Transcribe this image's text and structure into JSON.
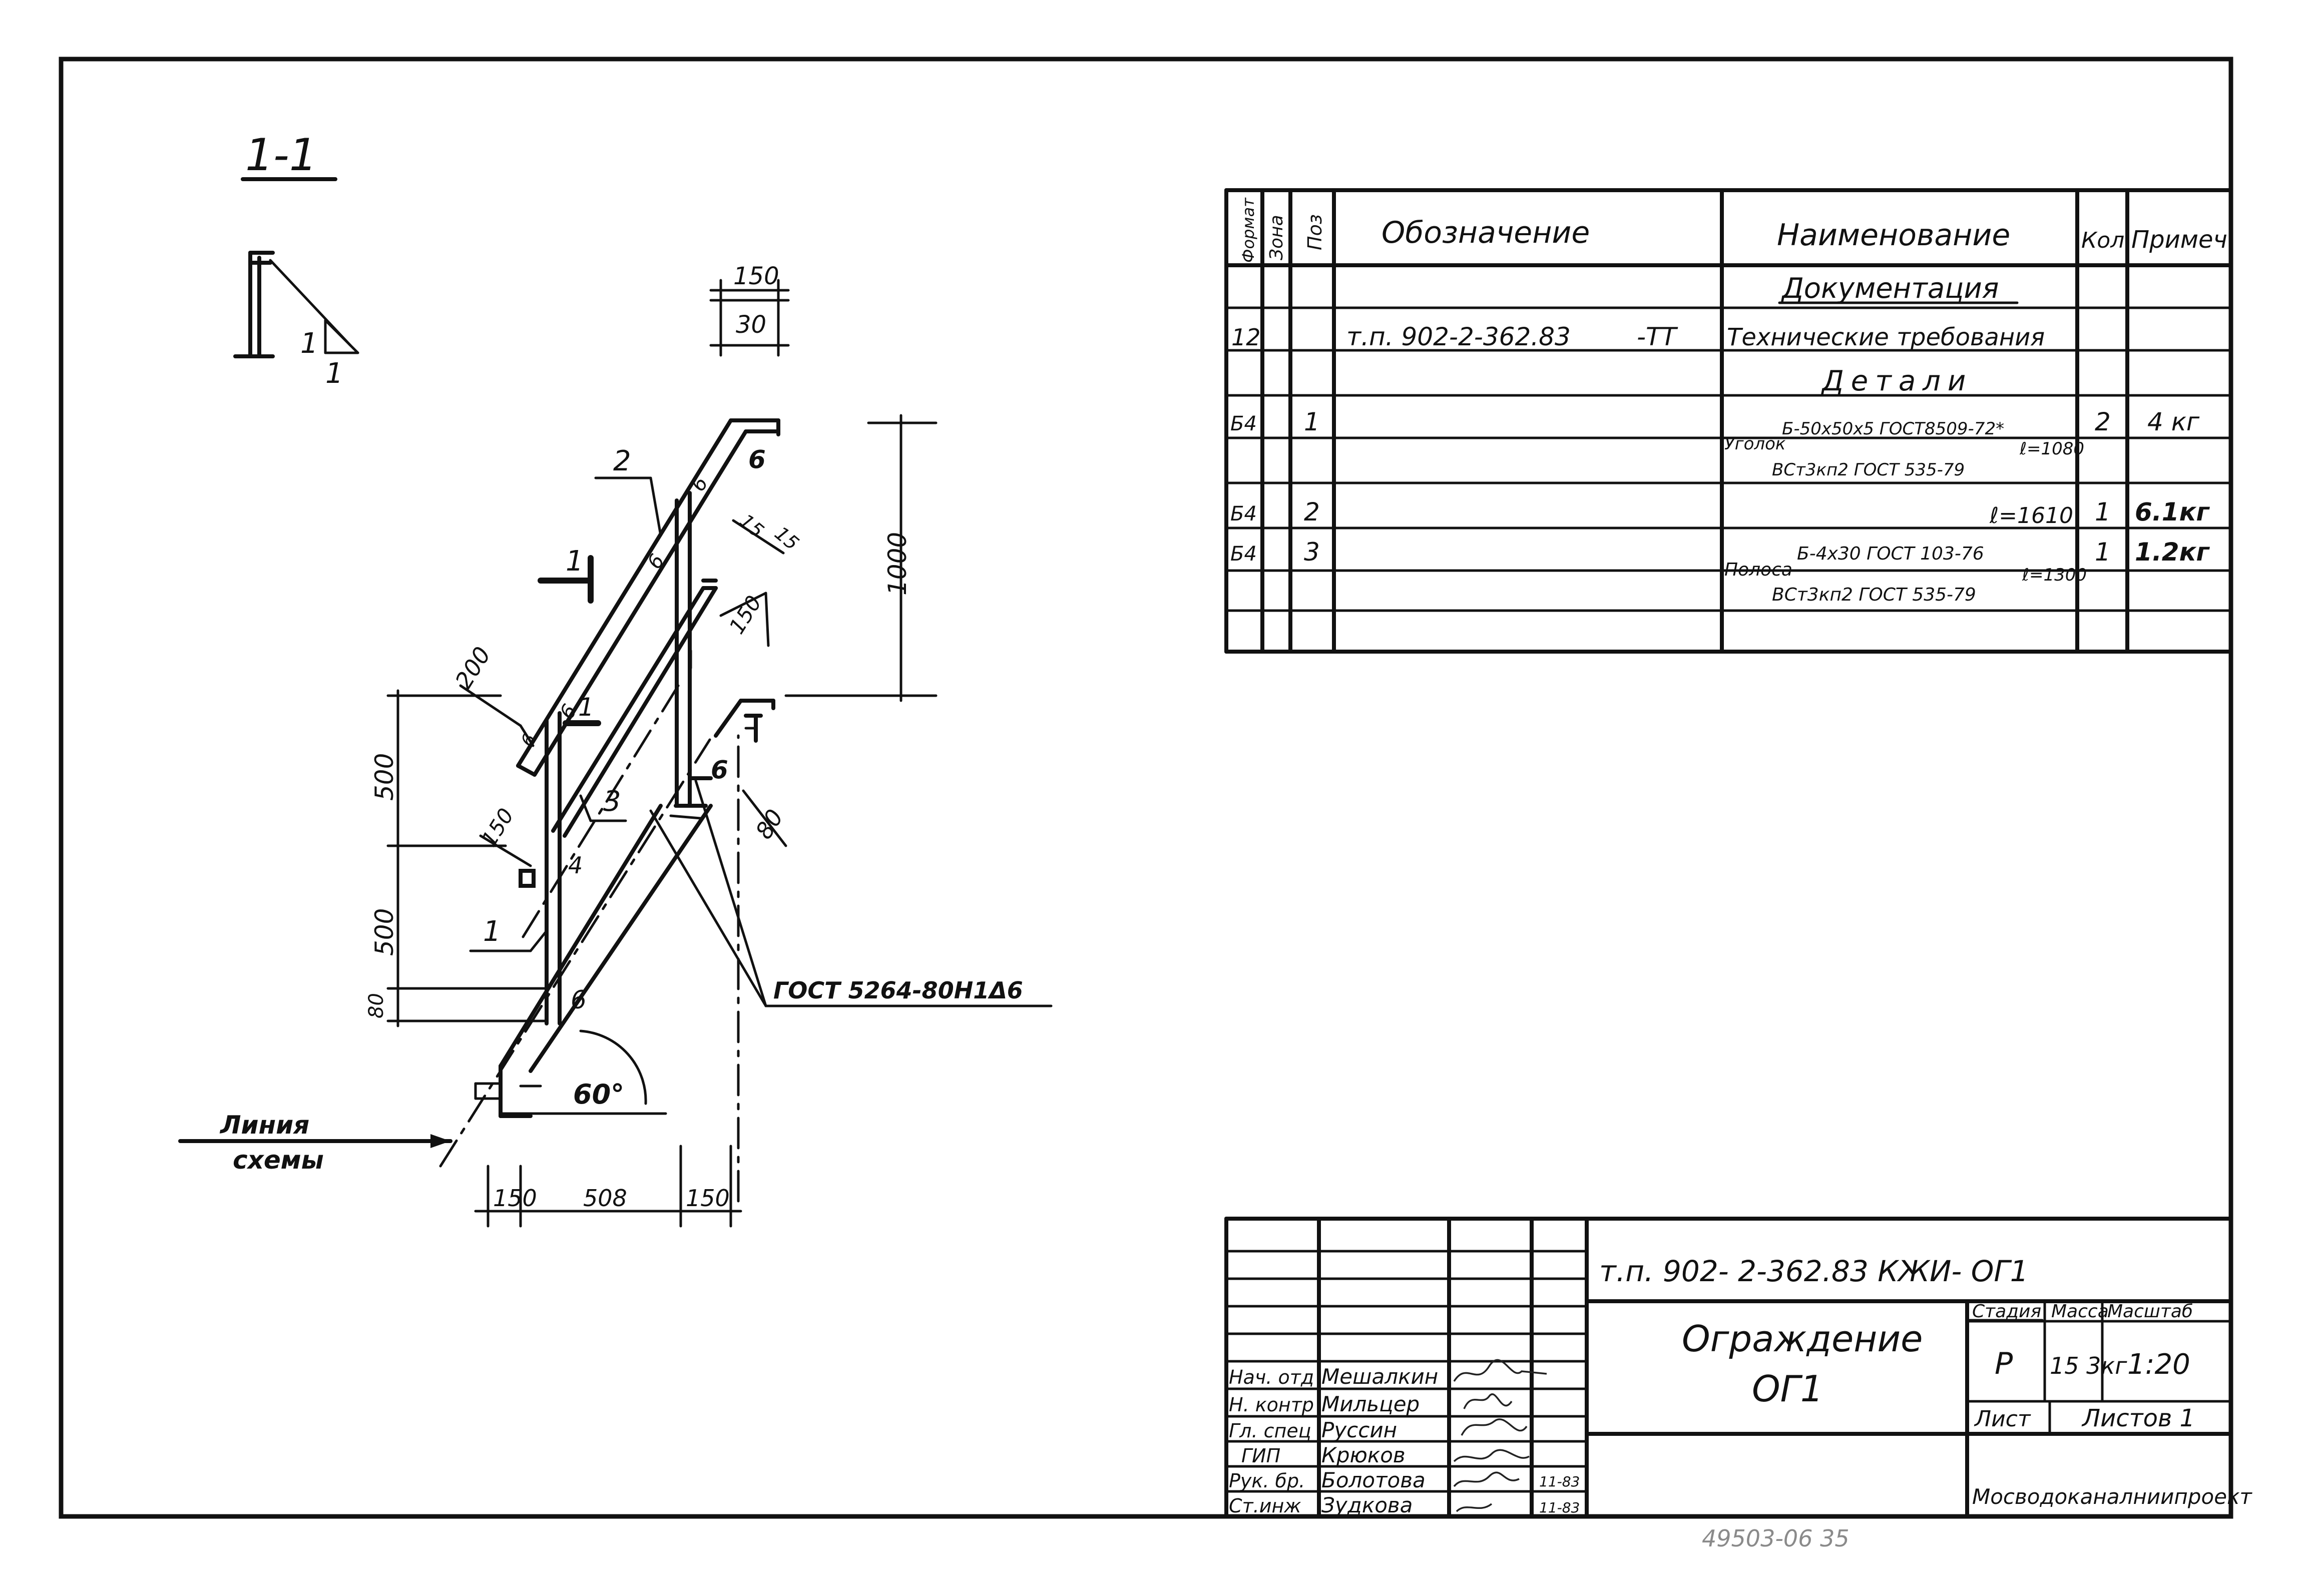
{
  "section_label": "1-1",
  "detail": {
    "small_mark_1a": "1",
    "small_mark_1b": "1"
  },
  "drawing": {
    "dims": {
      "top_150": "150",
      "top_30": "30",
      "right_1000": "1000",
      "left_500_top": "500",
      "left_500_bottom": "500",
      "left_80": "80",
      "dim_200": "200",
      "dim_150_left": "150",
      "dim_15a": "15",
      "dim_15b": "15",
      "dim_150_right": "150",
      "dim_80_right": "80",
      "bottom_150_left": "150",
      "bottom_508": "508",
      "bottom_150_right": "150",
      "angle": "60°"
    },
    "positions": {
      "p1": "1",
      "p2": "2",
      "p3": "3"
    },
    "welds": [
      "6",
      "6",
      "6",
      "6",
      "6",
      "4",
      "6",
      "6"
    ],
    "section_marks": [
      "1",
      "1"
    ],
    "weld_note": "ГОСТ 5264-80Н1Δ6",
    "scheme_line_1": "Линия",
    "scheme_line_2": "схемы"
  },
  "spec": {
    "headers": {
      "format": "Формат",
      "zone": "Зона",
      "pos": "Поз",
      "designation": "Обозначение",
      "name": "Наименование",
      "qty": "Кол",
      "note": "Примеч"
    },
    "section_docs": "Документация",
    "row_docs": {
      "format": "12",
      "designation": "т.п. 902-2-362.83",
      "designation_suffix": "-ТТ",
      "name": "Технические требования"
    },
    "section_parts": "Детали",
    "row1": {
      "format": "Б4",
      "pos": "1",
      "name_top": "Б-50х50х5 ГОСТ8509-72*",
      "name_word": "Уголок",
      "name_len": "ℓ=1080",
      "name_bottom": "ВСт3кп2 ГОСТ 535-79",
      "qty": "2",
      "note": "4 кг"
    },
    "row2": {
      "format": "Б4",
      "pos": "2",
      "name": "ℓ=1610",
      "qty": "1",
      "note": "6.1кг"
    },
    "row3": {
      "format": "Б4",
      "pos": "3",
      "name_top": "Б-4х30 ГОСТ 103-76",
      "name_word": "Полоса",
      "name_len": "ℓ=1300",
      "name_bottom": "ВСт3кп2 ГОСТ 535-79",
      "qty": "1",
      "note": "1.2кг"
    }
  },
  "title_block": {
    "code": "т.п. 902- 2-362.83  КЖИ- ОГ1",
    "title_1": "Ограждение",
    "title_2": "ОГ1",
    "stage_header": "Стадия",
    "mass_header": "Масса",
    "scale_header": "Масштаб",
    "stage": "Р",
    "mass": "15 3кг",
    "scale": "1:20",
    "sheet_label": "Лист",
    "sheets_label": "Листов 1",
    "org": "Мосводоканалниипроект",
    "roles": [
      {
        "role": "Нач. отд",
        "name": "Мешалкин"
      },
      {
        "role": "Н. контр",
        "name": "Мильцер"
      },
      {
        "role": "Гл. спец",
        "name": "Руссин"
      },
      {
        "role": "ГИП",
        "name": "Крюков"
      },
      {
        "role": "Рук. бр.",
        "name": "Болотова"
      },
      {
        "role": "Ст.инж",
        "name": "Зудкова"
      }
    ],
    "dates": [
      "11-83",
      "11-83"
    ]
  },
  "footer_number": "49503-06   35"
}
